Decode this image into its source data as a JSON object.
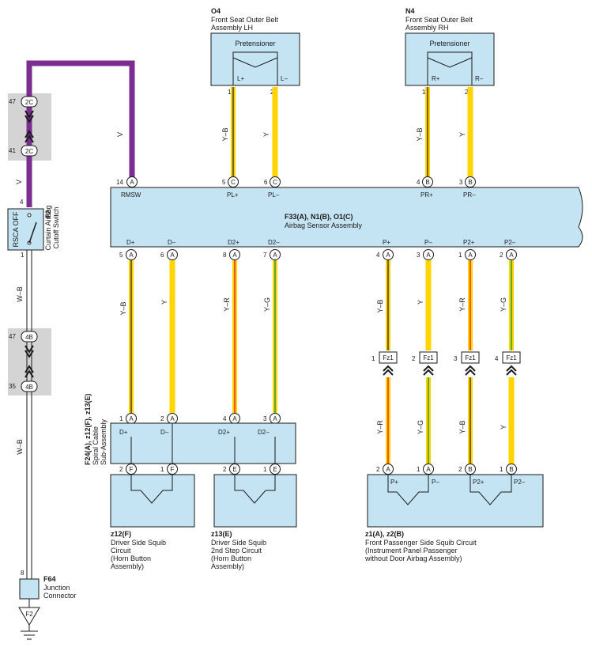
{
  "components": {
    "o4": {
      "ref": "O4",
      "line1": "Front Seat Outer Belt",
      "line2": "Assembly LH",
      "inner": "Pretensioner",
      "pin1": "L+",
      "pin2": "L–"
    },
    "n4": {
      "ref": "N4",
      "line1": "Front Seat Outer Belt",
      "line2": "Assembly RH",
      "inner": "Pretensioner",
      "pin1": "R+",
      "pin2": "R–"
    },
    "f33": {
      "ref": "F33(A), N1(B), O1(C)",
      "name": "Airbag Sensor Assembly",
      "top_pins": [
        "RMSW",
        "PL+",
        "PL–",
        "PR+",
        "PR–"
      ],
      "bottom_pins": [
        "D+",
        "D–",
        "D2+",
        "D2–",
        "P+",
        "P–",
        "P2+",
        "P2–"
      ]
    },
    "f2": {
      "ref": "F2",
      "line1": "Curtain Airbag",
      "line2": "Cutoff Switch",
      "label": "RSCA OFF"
    },
    "f24": {
      "ref": "F24(A), z12(F), z13(E)",
      "line1": "Spiral Cable",
      "line2": "Sub-Assembly",
      "pins": [
        "D+",
        "D–",
        "D2+",
        "D2–"
      ]
    },
    "z12": {
      "ref": "z12(F)",
      "lines": [
        "Driver Side Squib",
        "Circuit",
        "(Horn Button",
        " Assembly)"
      ]
    },
    "z13": {
      "ref": "z13(E)",
      "lines": [
        "Driver Side Squib",
        "2nd Step Circuit",
        "(Horn Button",
        " Assembly)"
      ]
    },
    "z1": {
      "ref": "z1(A), z2(B)",
      "lines": [
        "Front Passenger Side Squib Circuit",
        "(Instrument Panel Passenger",
        " without Door Airbag Assembly)"
      ],
      "pins": [
        "P+",
        "P–",
        "P2+",
        "P2–"
      ]
    },
    "f64": {
      "ref": "F64",
      "line1": "Junction",
      "line2": "Connector",
      "ground": "F2"
    },
    "fz1": {
      "label": "Fz1"
    }
  },
  "connectors": {
    "c2c": "2C",
    "c4b": "4B",
    "a": "A",
    "b": "B",
    "c": "C",
    "e": "E",
    "f": "F"
  },
  "pin_numbers": {
    "n47": "47",
    "n41": "41",
    "n35": "35",
    "n4": "4",
    "n1": "1",
    "n2": "2",
    "n3": "3",
    "n5": "5",
    "n6": "6",
    "n7": "7",
    "n8": "8",
    "n14": "14"
  },
  "wire_colors": {
    "v": "V",
    "wb": "W–B",
    "yb": "Y–B",
    "y": "Y",
    "yr": "Y–R",
    "yg": "Y–G"
  },
  "colors": {
    "violet": "#7b2d91",
    "yellow": "#ffd400",
    "red": "#e8202a",
    "green": "#1f9a3a",
    "black": "#1a1a1a",
    "box": "#c5e4f3"
  }
}
